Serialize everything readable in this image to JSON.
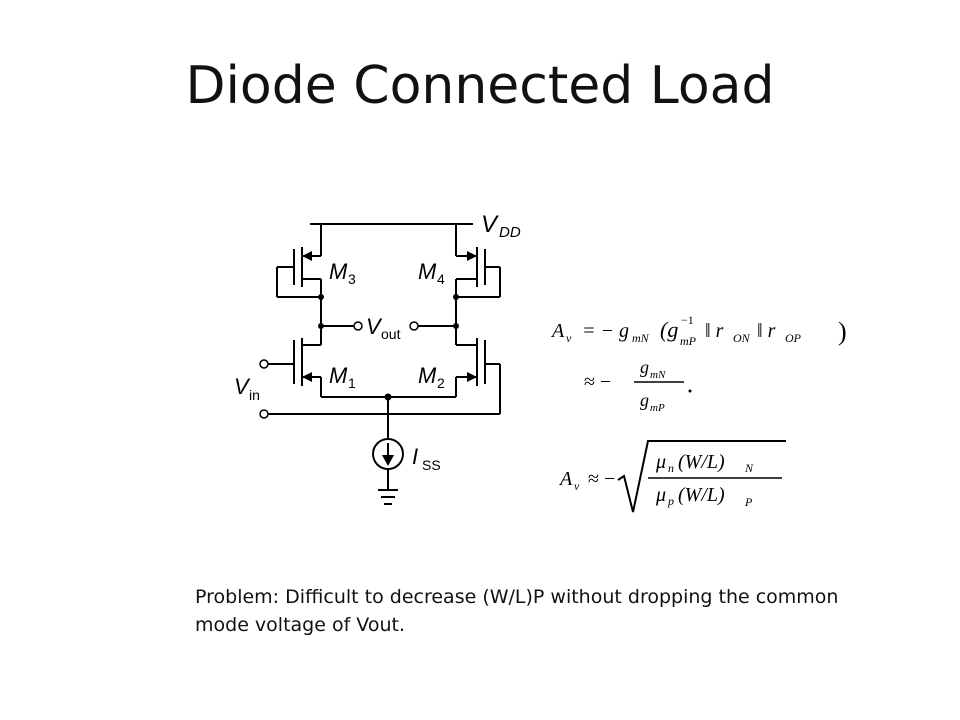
{
  "slide": {
    "title": "Diode Connected Load",
    "problem_text": "Problem: Difficult to decrease (W/L)P without dropping the common mode voltage of Vout."
  },
  "circuit": {
    "vdd_label": "V",
    "vdd_sub": "DD",
    "m3_label": "M",
    "m3_sub": "3",
    "m4_label": "M",
    "m4_sub": "4",
    "m1_label": "M",
    "m1_sub": "1",
    "m2_label": "M",
    "m2_sub": "2",
    "vout_label": "V",
    "vout_sub": "out",
    "vin_label": "V",
    "vin_sub": "in",
    "iss_label": "I",
    "iss_sub": "SS"
  },
  "equations": {
    "eq1_lhs": "A",
    "eq1_lhs_sub": "v",
    "eq1_rhs": "= − g",
    "eq1_rhs_sub": "mN",
    "eq1_paren": "(g",
    "eq1_paren_sub": "mP",
    "eq1_sup": "−1",
    "eq1_par1": "‖ r",
    "eq1_par1_sub": "ON",
    "eq1_par2": "‖ r",
    "eq1_par2_sub": "OP",
    "eq1_close": ")",
    "eq2_approx": "≈ −",
    "eq2_num": "g",
    "eq2_num_sub": "mN",
    "eq2_den": "g",
    "eq2_den_sub": "mP",
    "eq3_lhs": "A",
    "eq3_lhs_sub": "v",
    "eq3_approx": "≈ −",
    "eq3_num": "μ",
    "eq3_num_sub": "n",
    "eq3_num_rest": "(W/L)",
    "eq3_num_rest_sub": "N",
    "eq3_den": "μ",
    "eq3_den_sub": "p",
    "eq3_den_rest": "(W/L)",
    "eq3_den_rest_sub": "P"
  }
}
